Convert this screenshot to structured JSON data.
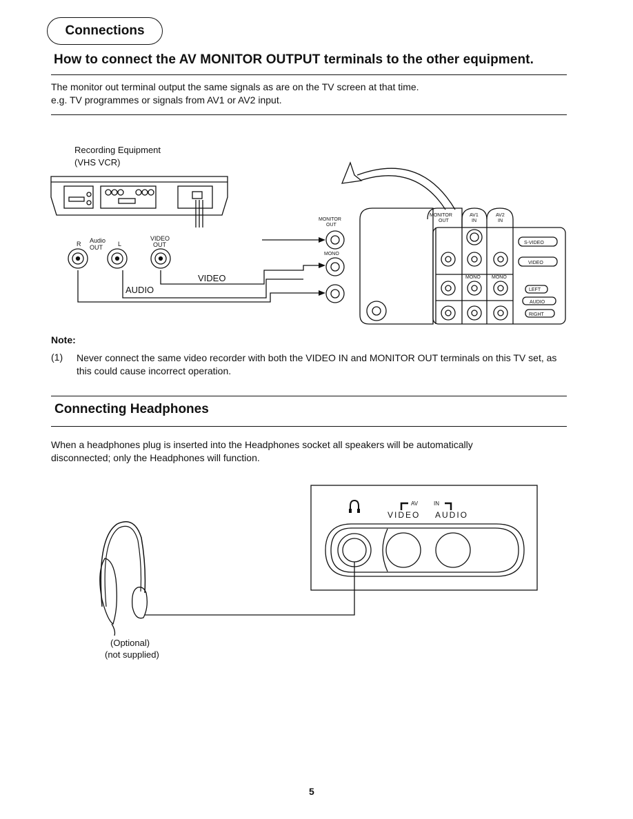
{
  "header": {
    "section_pill": "Connections",
    "heading": "How to connect the AV MONITOR OUTPUT terminals to the other equipment."
  },
  "intro": {
    "line1": "The monitor out terminal output the same signals as are on the TV screen at that time.",
    "line2": "e.g. TV programmes or signals from AV1 or AV2 input."
  },
  "diagram1": {
    "recording_label_1": "Recording Equipment",
    "recording_label_2": "(VHS VCR)",
    "audio_label": "Audio",
    "r_label": "R",
    "l_label": "L",
    "out_label": "OUT",
    "video_out_1": "VIDEO",
    "video_out_2": "OUT",
    "video_line": "VIDEO",
    "audio_line": "AUDIO",
    "monitor_out_1": "MONITOR",
    "monitor_out_2": "OUT",
    "mono": "MONO",
    "tab_monitor_1": "MONITOR",
    "tab_monitor_2": "OUT",
    "tab_av1_1": "AV1",
    "tab_av1_2": "IN",
    "tab_av2_1": "AV2",
    "tab_av2_2": "IN",
    "svideo": "S-VIDEO",
    "video": "VIDEO",
    "left": "LEFT",
    "audio": "AUDIO",
    "right": "RIGHT",
    "mono_a": "MONO",
    "mono_b": "MONO"
  },
  "note": {
    "title": "Note:",
    "num": "(1)",
    "text": "Never connect the same video recorder with both the VIDEO IN and MONITOR OUT terminals on this TV set, as this could cause incorrect operation."
  },
  "headphones": {
    "heading": "Connecting Headphones",
    "line1": "When a headphones plug is inserted into the Headphones socket all speakers will be automatically",
    "line2": "disconnected; only the Headphones will function.",
    "av": "AV",
    "in": "IN",
    "video": "VIDEO",
    "audio": "AUDIO",
    "caption1": "(Optional)",
    "caption2": "(not supplied)"
  },
  "footer": {
    "page_number": "5"
  }
}
